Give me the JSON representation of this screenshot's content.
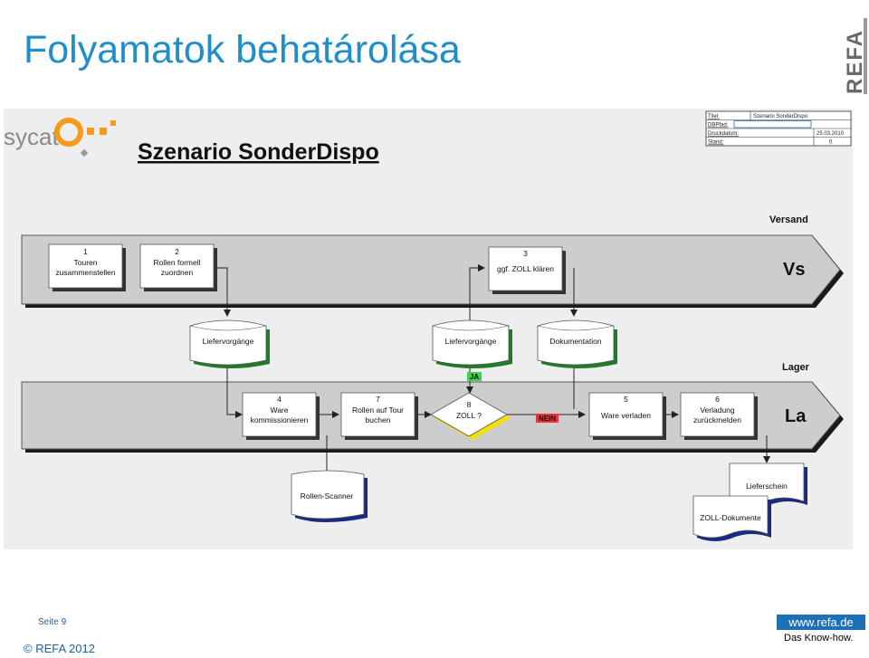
{
  "slide": {
    "title": "Folyamatok behatárolása",
    "page_label": "Seite 9",
    "copyright": "© REFA 2012",
    "url": "www.refa.de",
    "tagline": "Das Know-how.",
    "logo_text": "REFA"
  },
  "diagram": {
    "brand": "sycat",
    "heading": "Szenario SonderDispo",
    "info_box": {
      "rows": [
        {
          "label": "Titel:",
          "value": "Szenario SonderDispo"
        },
        {
          "label": "DBPfad:",
          "value": ""
        },
        {
          "label": "Druckdatum:",
          "value": "25.03.2010"
        },
        {
          "label": "Stand:",
          "value": "0"
        }
      ]
    },
    "lanes": {
      "versand": {
        "name": "Versand",
        "short": "Vs"
      },
      "lager": {
        "name": "Lager",
        "short": "La"
      }
    },
    "steps": {
      "s1": {
        "num": "1",
        "line1": "Touren",
        "line2": "zusammenstellen"
      },
      "s2": {
        "num": "2",
        "line1": "Rollen formell",
        "line2": "zuordnen"
      },
      "s3": {
        "num": "3",
        "line1": "ggf. ZOLL klären",
        "line2": ""
      },
      "s4": {
        "num": "4",
        "line1": "Ware",
        "line2": "kommissionieren"
      },
      "s7": {
        "num": "7",
        "line1": "Rollen auf Tour",
        "line2": "buchen"
      },
      "s8": {
        "num": "8",
        "line1": "ZOLL ?",
        "line2": ""
      },
      "s5": {
        "num": "5",
        "line1": "Ware verladen",
        "line2": ""
      },
      "s6": {
        "num": "6",
        "line1": "Verladung",
        "line2": "zurückmelden"
      }
    },
    "datastores": {
      "d1": "Liefervorgänge",
      "d2": "Liefervorgänge",
      "d3": "Dokumentation",
      "d4": "Rollen-Scanner"
    },
    "documents": {
      "doc1": "Lieferschein",
      "doc2": "ZOLL-Dokumente"
    },
    "decision_labels": {
      "yes": "JA",
      "no": "NEIN"
    }
  }
}
